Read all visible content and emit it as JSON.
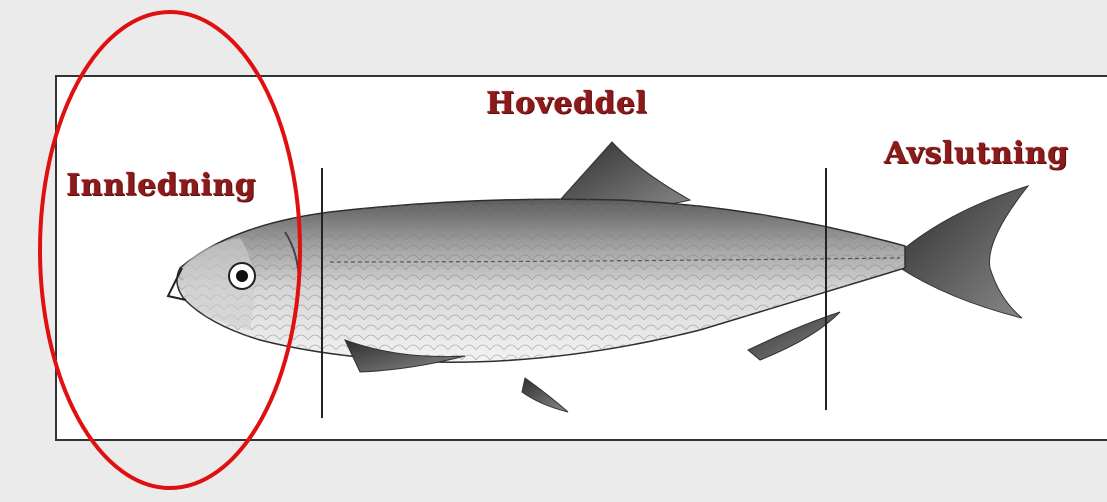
{
  "diagram": {
    "sections": {
      "intro": "Innledning",
      "body": "Hoveddel",
      "end": "Avslutning"
    },
    "colors": {
      "label": "#8b1a1a",
      "highlight_ellipse": "#e01010",
      "divider": "#222222",
      "background": "#ebebeb"
    },
    "icons": {
      "fish": "herring-fish-illustration"
    }
  }
}
